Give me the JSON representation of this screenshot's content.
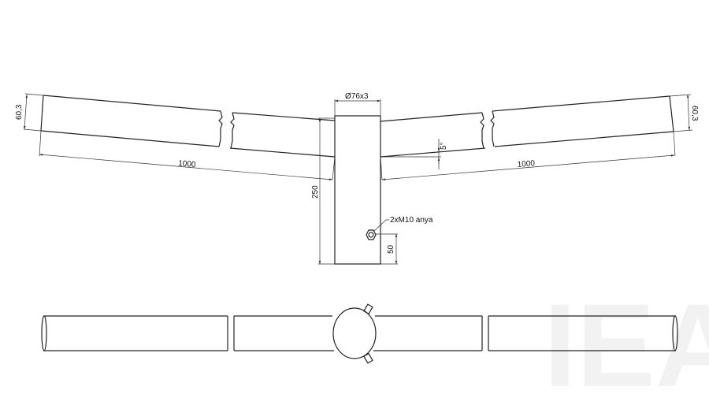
{
  "drawing": {
    "pipe_diameter": "Ø76x3",
    "arm_diameter_left": "60,3",
    "arm_diameter_right": "60,3",
    "arm_length_left": "1000",
    "arm_length_right": "1000",
    "post_height": "250",
    "angle": "5°",
    "nut_label": "2xM10 anya",
    "nut_offset": "50",
    "watermark": "IEA"
  },
  "colors": {
    "line": "#222222",
    "background": "#ffffff",
    "watermark": "#f2f2f2"
  }
}
